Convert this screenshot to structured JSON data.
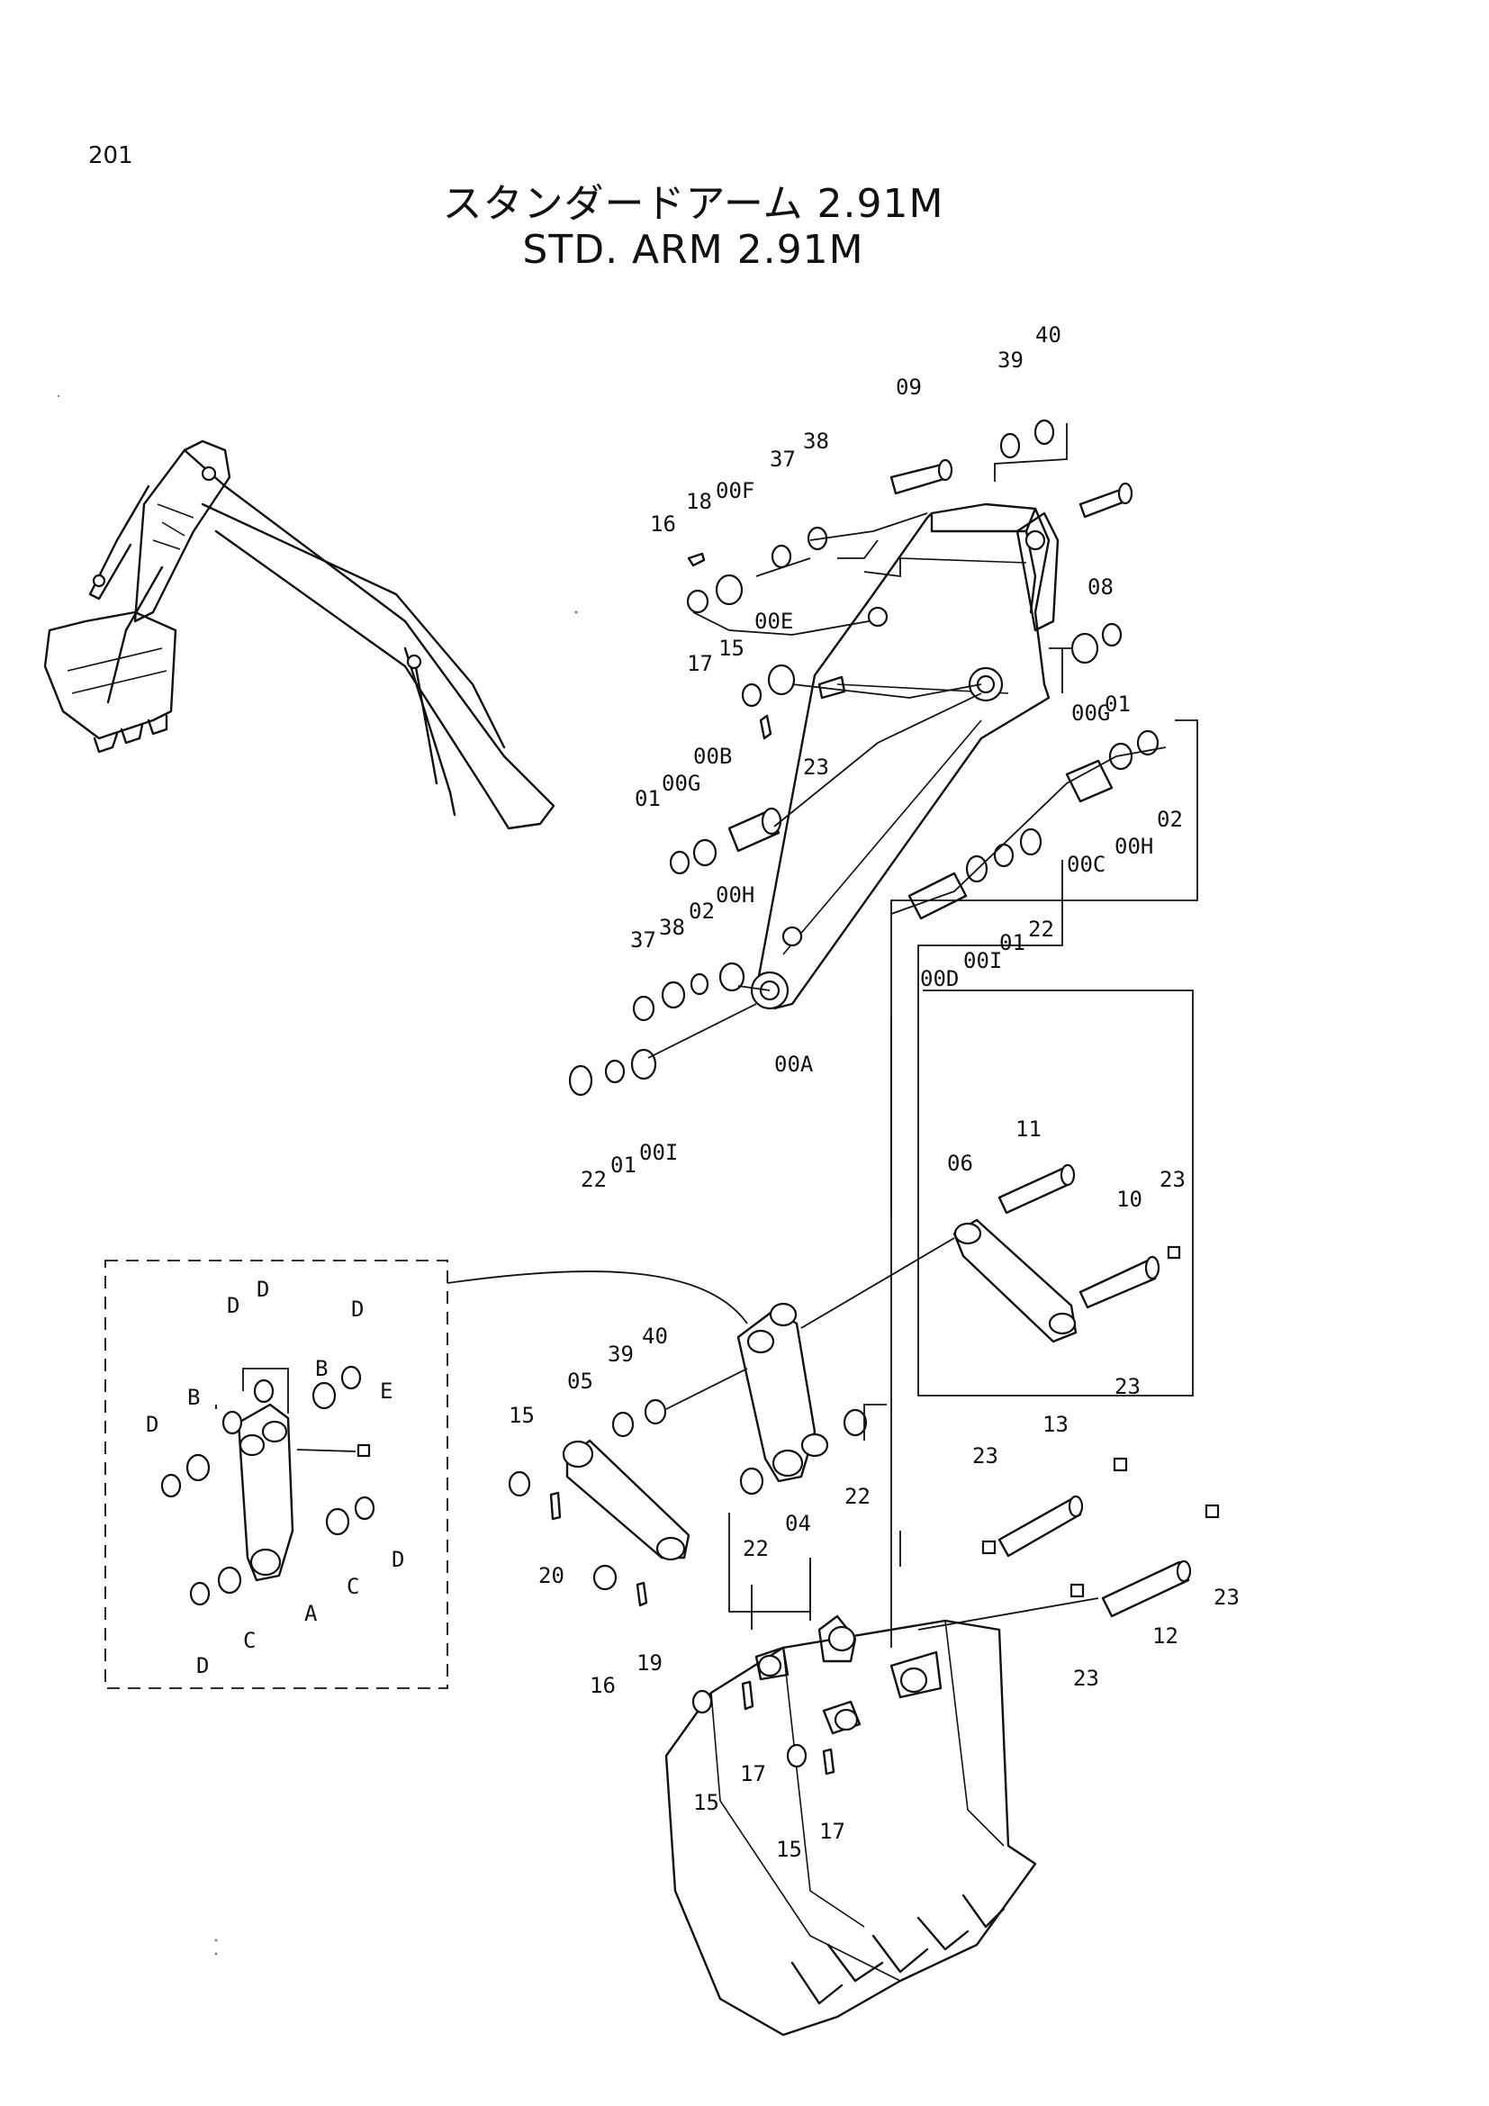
{
  "page_number": "201",
  "title_ja": "スタンダードアーム 2.91M",
  "title_en": "STD. ARM 2.91M",
  "labels": {
    "l_40a": "40",
    "l_39a": "39",
    "l_09": "09",
    "l_38a": "38",
    "l_37a": "37",
    "l_18": "18",
    "l_00F": "00F",
    "l_16a": "16",
    "l_08": "08",
    "l_00E": "00E",
    "l_15a": "15",
    "l_17a": "17",
    "l_00G_r": "00G",
    "l_01_r": "01",
    "l_23a": "23",
    "l_00B": "00B",
    "l_01_l": "01",
    "l_00G_l": "00G",
    "l_00C": "00C",
    "l_00H_r": "00H",
    "l_02_r": "02",
    "l_22_r": "22",
    "l_01_m": "01",
    "l_00I_m": "00I",
    "l_00D": "00D",
    "l_37b": "37",
    "l_38b": "38",
    "l_02_l": "02",
    "l_00H_l": "00H",
    "l_00A": "00A",
    "l_22_bl": "22",
    "l_01_bl": "01",
    "l_00I_bl": "00I",
    "l_11": "11",
    "l_06": "06",
    "l_10": "10",
    "l_23b": "23",
    "l_15b": "15",
    "l_05": "05",
    "l_39b": "39",
    "l_40b": "40",
    "l_20": "20",
    "l_16b": "16",
    "l_19": "19",
    "l_22_c1": "22",
    "l_04": "04",
    "l_22_c2": "22",
    "l_23c": "23",
    "l_13": "13",
    "l_23d": "23",
    "l_23e": "23",
    "l_12": "12",
    "l_23f": "23",
    "l_15c": "15",
    "l_17b": "17",
    "l_15d": "15",
    "l_17c": "17",
    "d_D1": "D",
    "d_D2": "D",
    "d_B1": "B",
    "d_D3": "D",
    "d_B2": "B",
    "d_E": "E",
    "d_D4": "D",
    "d_C1": "C",
    "d_D5": "D",
    "d_A": "A",
    "d_C2": "C",
    "d_D6": "D"
  }
}
